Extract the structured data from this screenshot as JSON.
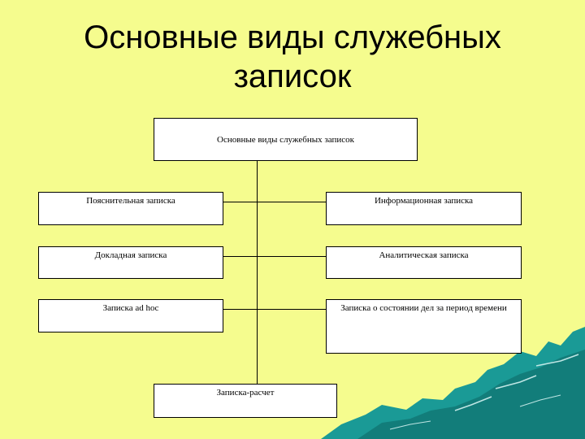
{
  "slide": {
    "title_line1": "Основные виды служебных",
    "title_line2": "записок"
  },
  "diagram": {
    "root": "Основные виды служебных записок",
    "left": [
      "Пояснительная записка",
      "Докладная записка",
      "Записка ad hoc"
    ],
    "right": [
      "Информационная записка",
      "Аналитическая записка",
      "Записка о состоянии дел за период времени"
    ],
    "bottom": "Записка-расчет"
  },
  "colors": {
    "background": "#f5fc8e",
    "box_fill": "#ffffff",
    "line": "#000000",
    "decor_teal": "#1a9a96"
  }
}
